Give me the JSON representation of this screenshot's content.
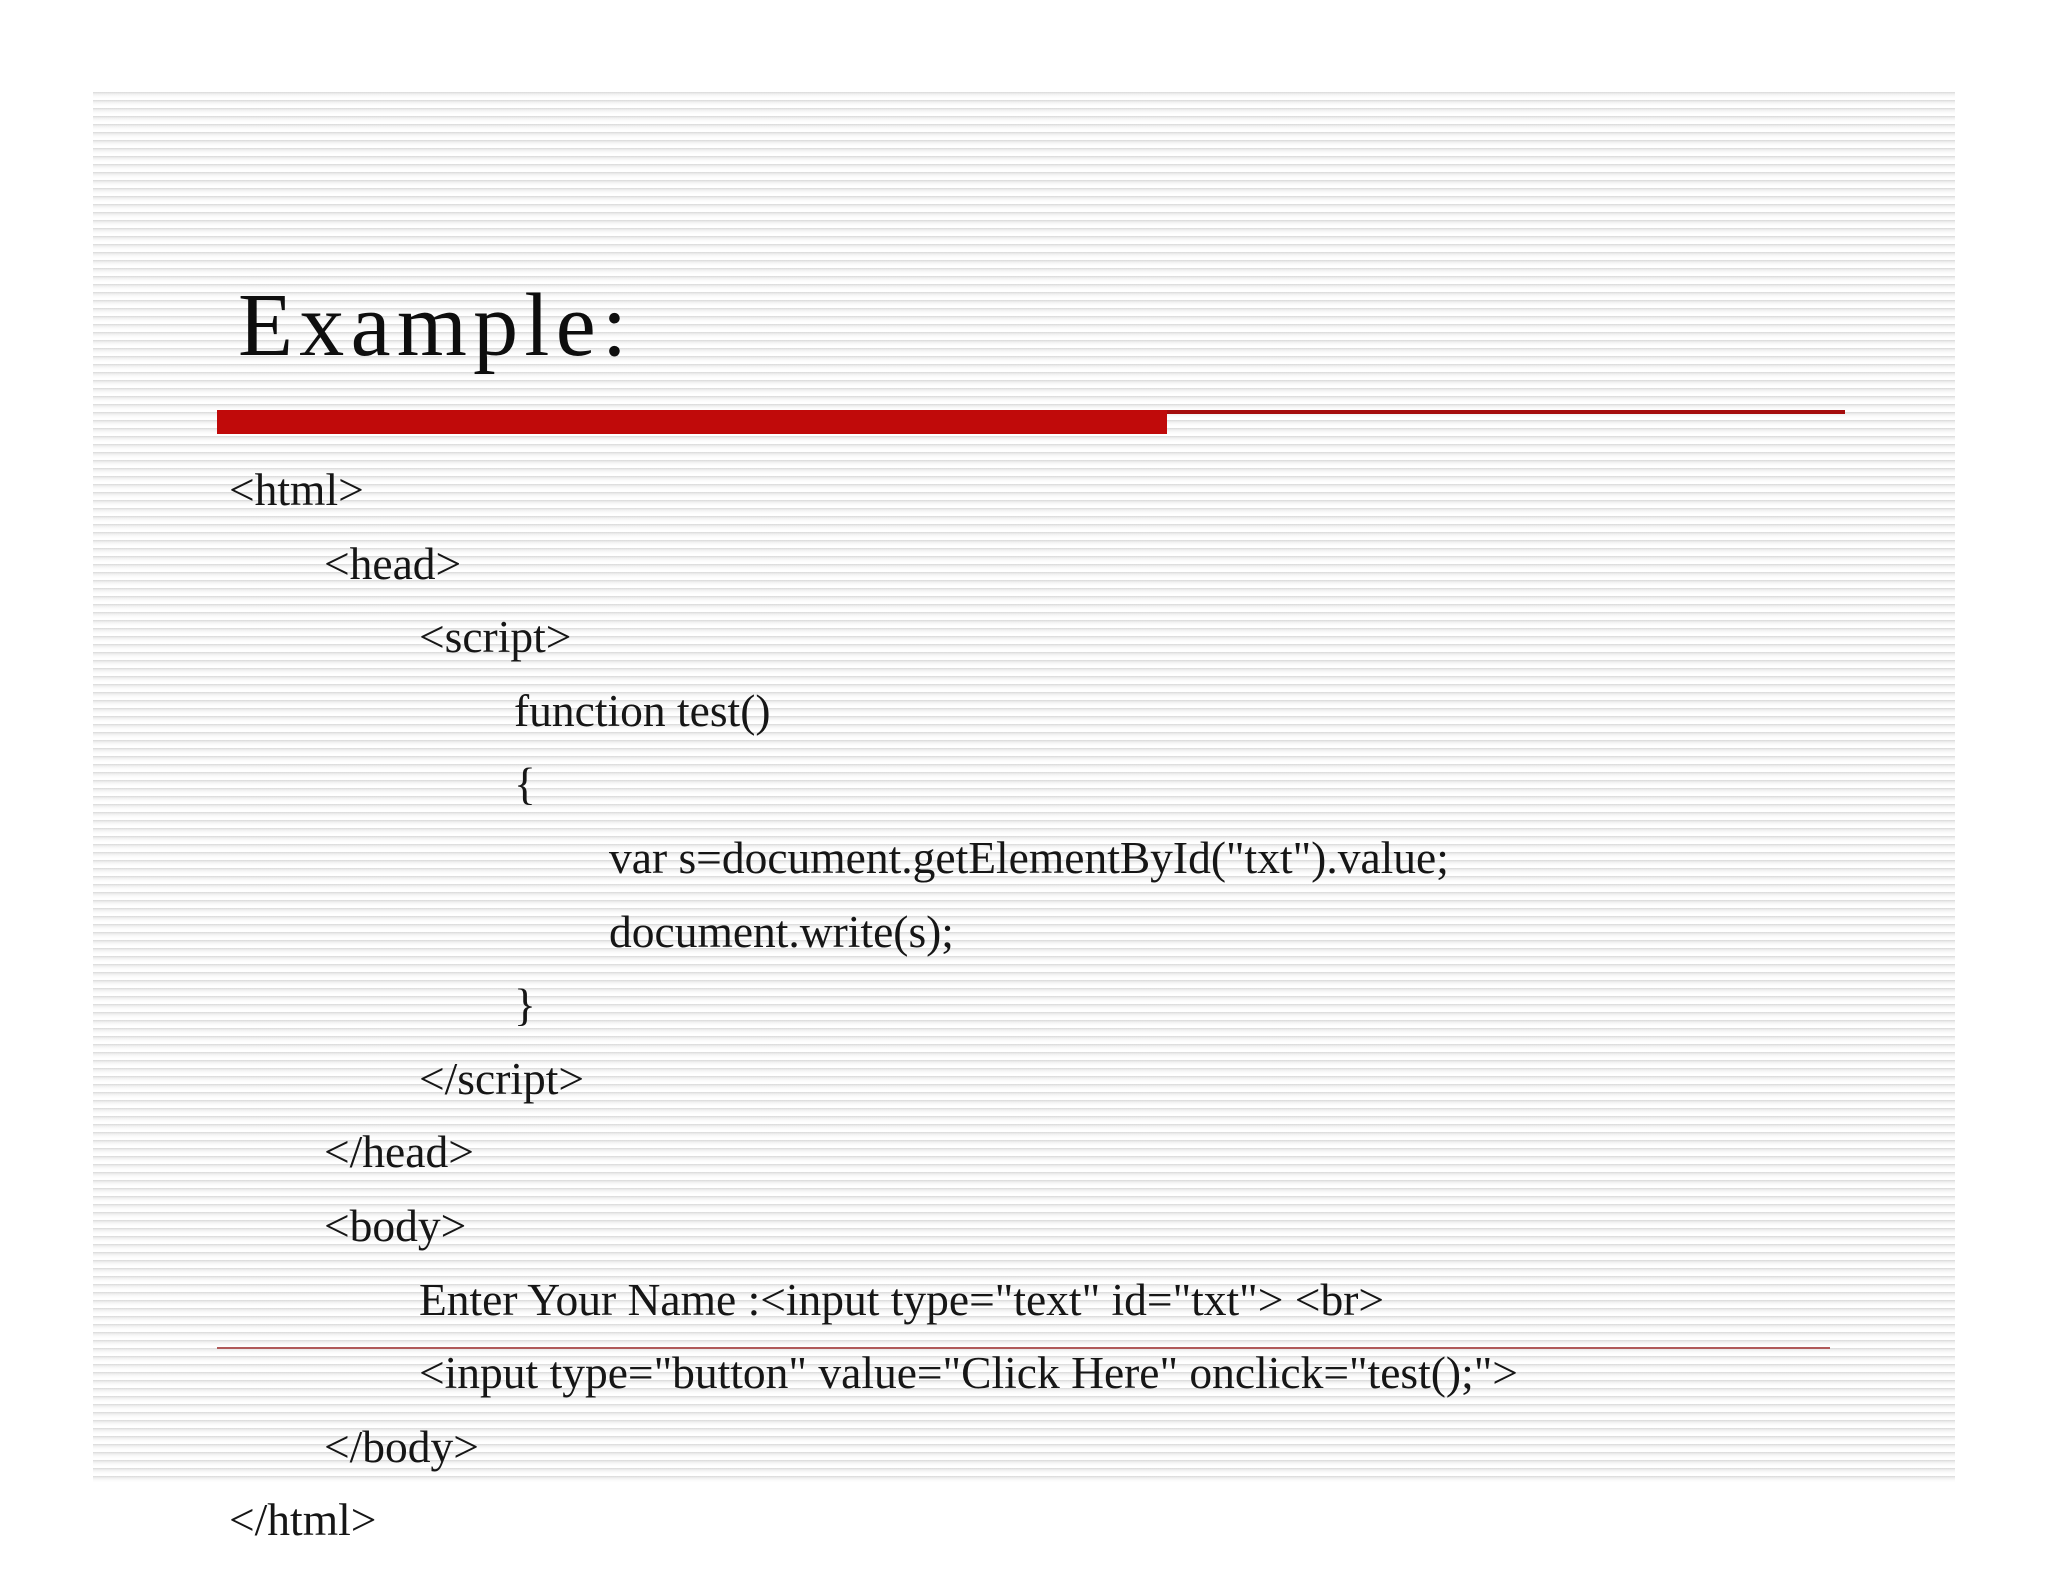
{
  "slide": {
    "title": "Example:",
    "colors": {
      "bar": "#c00a0a",
      "rule": "#a50d0d",
      "divider": "#b05a5a",
      "text": "#161616"
    }
  },
  "code": {
    "lines": [
      {
        "indent": 0,
        "text": "<html>"
      },
      {
        "indent": 1,
        "text": "<head>"
      },
      {
        "indent": 2,
        "text": "<script>"
      },
      {
        "indent": 3,
        "text": "function test()"
      },
      {
        "indent": 3,
        "text": "{"
      },
      {
        "indent": 4,
        "text": "var s=document.getElementById(\"txt\").value;"
      },
      {
        "indent": 4,
        "text": "document.write(s);"
      },
      {
        "indent": 3,
        "text": "}"
      },
      {
        "indent": 2,
        "text": "</script>"
      },
      {
        "indent": 1,
        "text": "</head>"
      },
      {
        "indent": 1,
        "text": "<body>"
      },
      {
        "indent": 2,
        "text": "Enter Your Name :<input type=\"text\" id=\"txt\"> <br>"
      },
      {
        "indent": 2,
        "text": "<input type=\"button\" value=\"Click Here\" onclick=\"test();\">"
      },
      {
        "indent": 1,
        "text": "</body>"
      },
      {
        "indent": 0,
        "text": "</html>"
      }
    ]
  }
}
